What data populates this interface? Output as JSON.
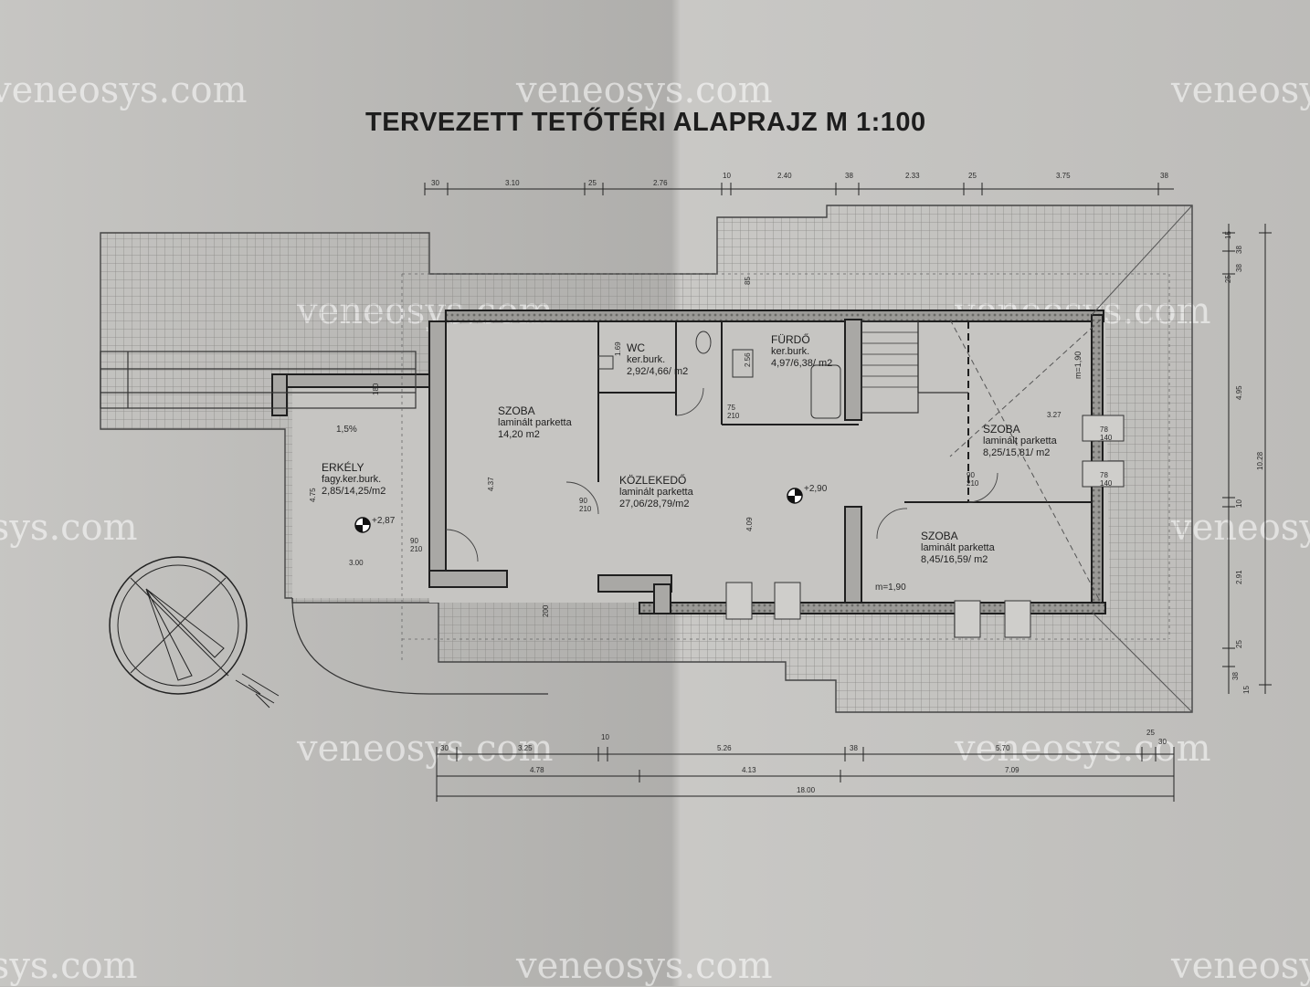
{
  "title": "TERVEZETT TETŐTÉRI ALAPRAJZ  M 1:100",
  "watermark": "veneosys.com",
  "rooms": {
    "erkely": {
      "name": "ERKÉLY",
      "floor": "fagy.ker.burk.",
      "area": "2,85/14,25/m2"
    },
    "szoba1": {
      "name": "SZOBA",
      "floor": "laminált parketta",
      "area": "14,20 m2"
    },
    "wc": {
      "name": "WC",
      "floor": "ker.burk.",
      "area": "2,92/4,66/ m2"
    },
    "furdo": {
      "name": "FÜRDŐ",
      "floor": "ker.burk.",
      "area": "4,97/6,38/ m2"
    },
    "kozlekedo": {
      "name": "KÖZLEKEDŐ",
      "floor": "laminált parketta",
      "area": "27,06/28,79/m2"
    },
    "szoba2": {
      "name": "SZOBA",
      "floor": "laminált parketta",
      "area": "8,25/15,81/ m2"
    },
    "szoba3": {
      "name": "SZOBA",
      "floor": "laminált parketta",
      "area": "8,45/16,59/ m2"
    }
  },
  "markers": {
    "slope": "1,5%",
    "level_erkely": "+2,87",
    "level_main": "+2,90",
    "m190_top": "m=1,90",
    "m190_bottom": "m=1,90"
  },
  "dims_top": [
    "30",
    "3.10",
    "25",
    "2.76",
    "10",
    "2.40",
    "38",
    "2.33",
    "25",
    "3.75",
    "38"
  ],
  "dims_bottom_1": [
    "30",
    "3.25",
    "10",
    "5.26",
    "38",
    "5.70",
    "25",
    "30"
  ],
  "dims_bottom_2": [
    "4.78",
    "4.13",
    "7.09"
  ],
  "dims_bottom_total": "18.00",
  "dims_right": [
    "15",
    "38",
    "38",
    "25",
    "4.95",
    "10.28",
    "10",
    "2.91",
    "25",
    "38",
    "15"
  ],
  "dims_inner": {
    "erkely_h": "4.75",
    "erkely_w": "3.00",
    "szoba1_h": "4.37",
    "kozl_h": "4.09",
    "wc_w": "1.69",
    "szoba2_w": "3.27",
    "furdo_v": "2.56",
    "roof_h": "85",
    "door_90_210": "90\n210",
    "door_75_210": "75\n210",
    "win_78_140": "78\n140",
    "win_200": "200",
    "n180": "180",
    "n190": "m=1.90"
  }
}
